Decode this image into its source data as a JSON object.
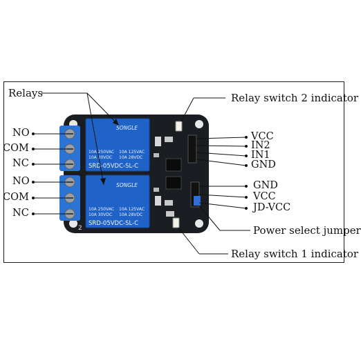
{
  "labels": {
    "relays": "Relays",
    "relay2_indicator": "Relay switch 2 indicator",
    "relay1_indicator": "Relay switch 1 indicator",
    "power_jumper": "Power select jumper",
    "left": [
      "NO",
      "COM",
      "NC",
      "NO",
      "COM",
      "NC"
    ],
    "right_top": [
      "VCC",
      "IN2",
      "IN1",
      "GND"
    ],
    "right_bottom": [
      "GND",
      "VCC",
      "JD-VCC"
    ]
  },
  "relay": {
    "brand": "SONGLE",
    "ratings": [
      "10A 250VAC",
      "10A 125VAC",
      "10A 30VDC",
      "10A 28VDC"
    ],
    "model": "SRD-05VDC-SL-C"
  },
  "board": {
    "channel_label": "2",
    "colors": {
      "pcb": "#1a1d22",
      "relay_blue": "#1f63c9",
      "terminal_blue": "#2a74d6",
      "screw": "#9aa0a6"
    }
  }
}
